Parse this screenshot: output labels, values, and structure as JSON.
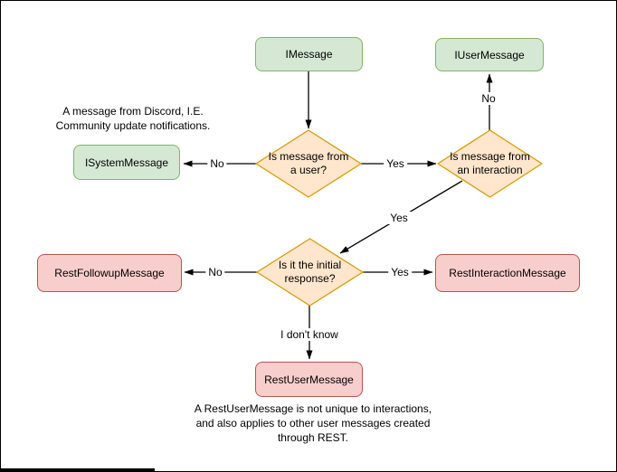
{
  "diagram": {
    "nodes": {
      "imessage": "IMessage",
      "iusermessage": "IUserMessage",
      "isystemmessage": "ISystemMessage",
      "restfollowupmessage": "RestFollowupMessage",
      "restinteractionmessage": "RestInteractionMessage",
      "restusermessage": "RestUserMessage",
      "decision_user": "Is message from a user?",
      "decision_interaction": "Is message from an interaction",
      "decision_initial": "Is it the initial response?"
    },
    "edge_labels": {
      "user_no": "No",
      "user_yes": "Yes",
      "interaction_no": "No",
      "interaction_yes": "Yes",
      "initial_no": "No",
      "initial_yes": "Yes",
      "initial_unknown": "I don't know"
    },
    "notes": {
      "system": {
        "line1": "A message from Discord, I.E.",
        "line2": "Community update notifications."
      },
      "rest": {
        "line1": "A RestUserMessage is not unique to interactions,",
        "line2": "and also applies to other user messages created",
        "line3": "through REST."
      }
    },
    "colors": {
      "interface_fill": "#d5e8d4",
      "interface_border": "#82b366",
      "decision_fill": "#ffe6cc",
      "decision_border": "#d79b00",
      "rest_fill": "#f8cecc",
      "rest_border": "#b85450",
      "edge": "#000000",
      "text": "#000000",
      "background": "#ffffff"
    }
  }
}
